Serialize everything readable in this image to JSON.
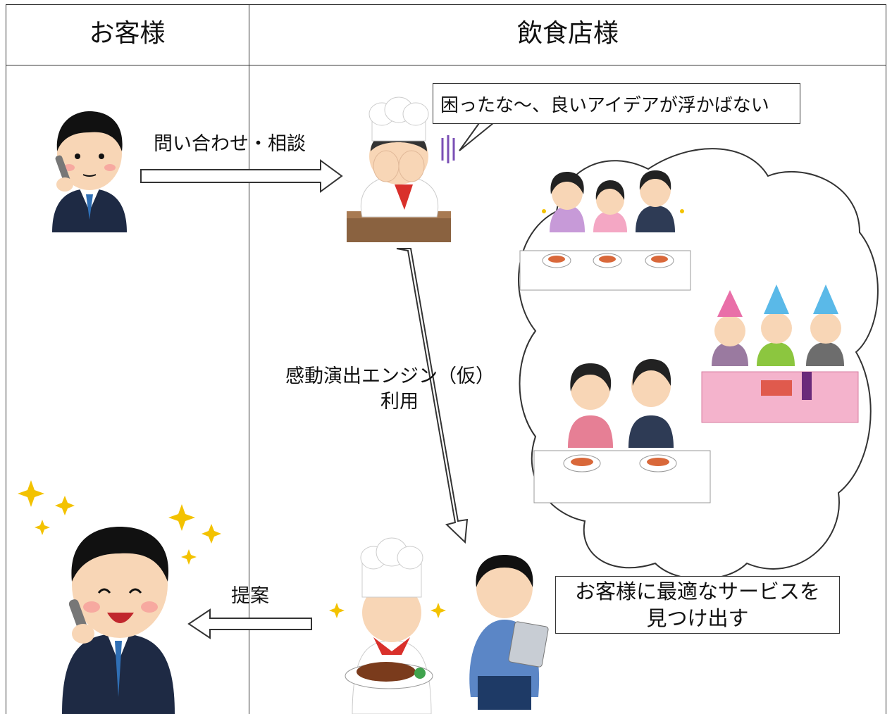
{
  "header": {
    "customer": "お客様",
    "restaurant": "飲食店様"
  },
  "flow": {
    "inquiry_label": "問い合わせ・相談",
    "speech": "困ったな〜、良いアイデアが浮かばない",
    "engine_line1": "感動演出エンジン（仮）",
    "engine_line2": "利用",
    "proposal_label": "提案",
    "result_line1": "お客様に最適なサービスを",
    "result_line2": "見つけ出す"
  }
}
